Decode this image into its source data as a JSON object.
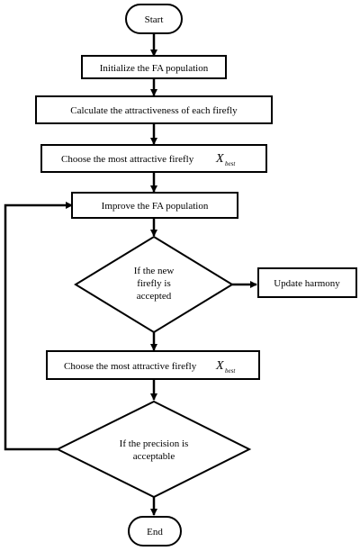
{
  "diagram": {
    "start": "Start",
    "init": "Initialize the FA population",
    "calc": "Calculate the attractiveness of each firefly",
    "choose1": "Choose the most attractive firefly",
    "xbest_main": "X",
    "xbest_sub": "best",
    "improve": "Improve the FA population",
    "decision1": [
      "If the new",
      "firefly is",
      "accepted"
    ],
    "update": "Update harmony",
    "choose2": "Choose the most attractive firefly",
    "decision2": [
      "If the precision is",
      "acceptable"
    ],
    "end": "End"
  }
}
